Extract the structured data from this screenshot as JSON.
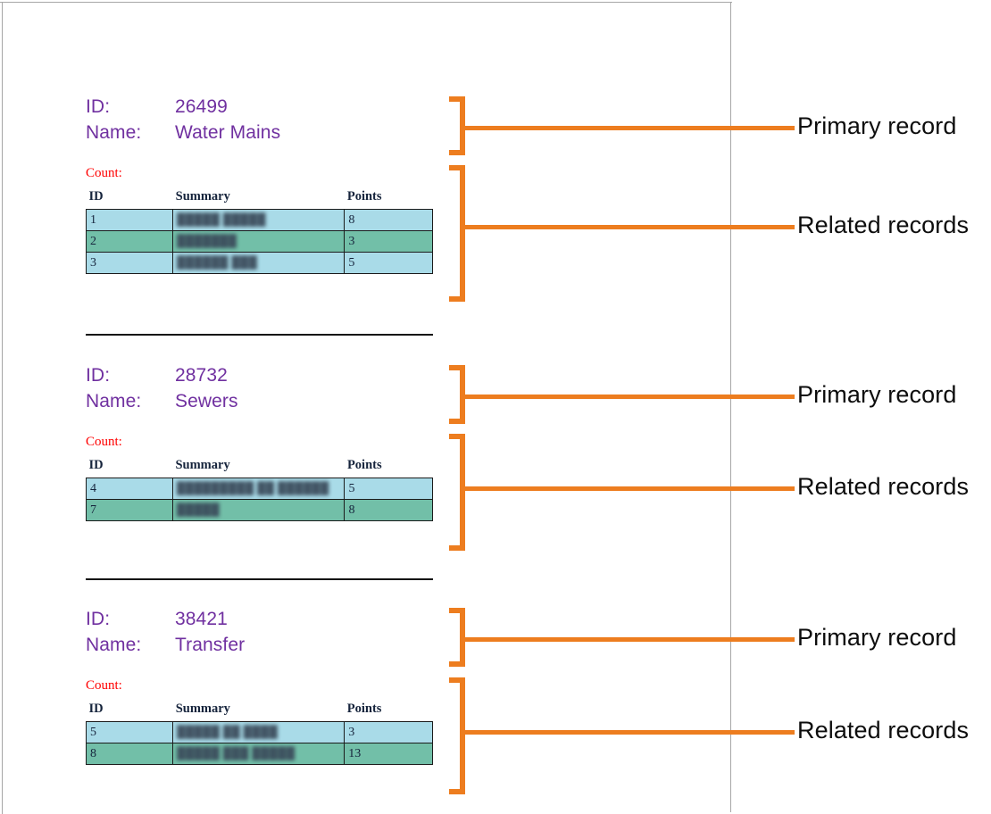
{
  "page": {
    "annotation_color": "#ED7D1F",
    "primary_text_color": "#7030A0",
    "count_color": "#FF0000",
    "row_tint_a": "#A9DBE8",
    "row_tint_b": "#72BFA8"
  },
  "labels": {
    "id": "ID:",
    "name": "Name:",
    "count": "Count:"
  },
  "table_headers": {
    "id": "ID",
    "summary": "Summary",
    "points": "Points"
  },
  "annotations": {
    "primary": "Primary record",
    "related": "Related records"
  },
  "blocks": [
    {
      "id": "26499",
      "name": "Water Mains",
      "count_label": "Count:",
      "rows": [
        {
          "id": "1",
          "summary": "█████ █████",
          "points": "8",
          "tint": "a"
        },
        {
          "id": "2",
          "summary": "███████",
          "points": "3",
          "tint": "b"
        },
        {
          "id": "3",
          "summary": "██████ ███",
          "points": "5",
          "tint": "a"
        }
      ]
    },
    {
      "id": "28732",
      "name": "Sewers",
      "count_label": "Count:",
      "rows": [
        {
          "id": "4",
          "summary": "█████████ ██ ██████",
          "points": "5",
          "tint": "a"
        },
        {
          "id": "7",
          "summary": "█████",
          "points": "8",
          "tint": "b"
        }
      ]
    },
    {
      "id": "38421",
      "name": "Transfer",
      "count_label": "Count:",
      "rows": [
        {
          "id": "5",
          "summary": "█████ ██ ████",
          "points": "3",
          "tint": "a"
        },
        {
          "id": "8",
          "summary": "█████ ███ █████",
          "points": "13",
          "tint": "b"
        }
      ]
    }
  ]
}
